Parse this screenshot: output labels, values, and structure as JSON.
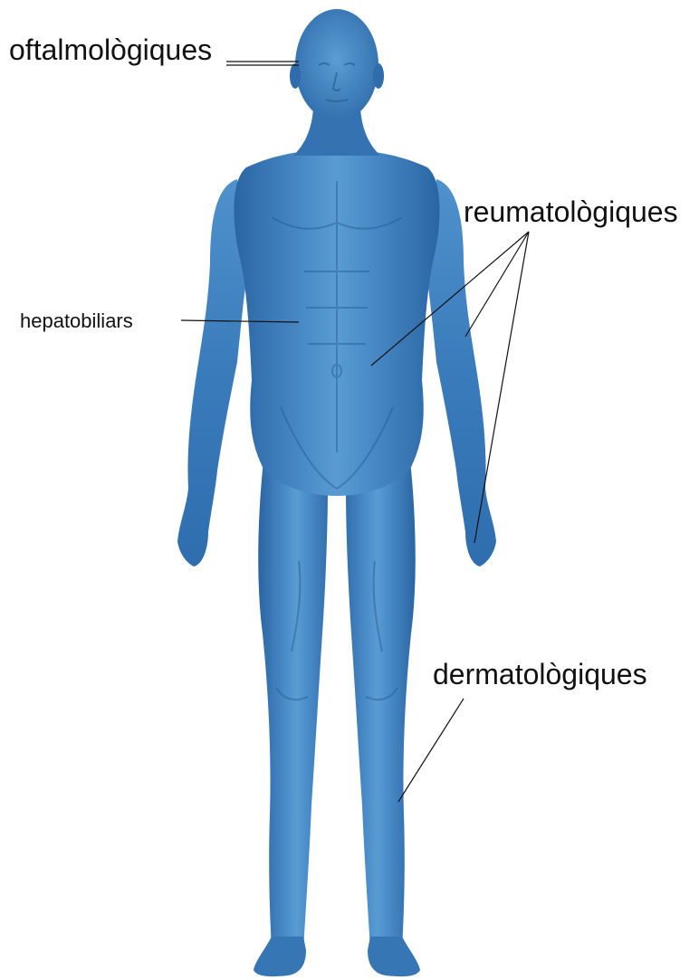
{
  "labels": {
    "ophthalmologic": "oftalmològiques",
    "rheumatologic": "reumatològiques",
    "hepatobiliary": "hepatobiliars",
    "dermatologic": "dermatològiques"
  },
  "colors": {
    "body_light": "#5a9bd2",
    "body_mid": "#3c7dba",
    "body_dark": "#1f5a94",
    "shadow": "#18497c",
    "leader_line": "#111111",
    "text": "#111111",
    "background": "#ffffff"
  }
}
